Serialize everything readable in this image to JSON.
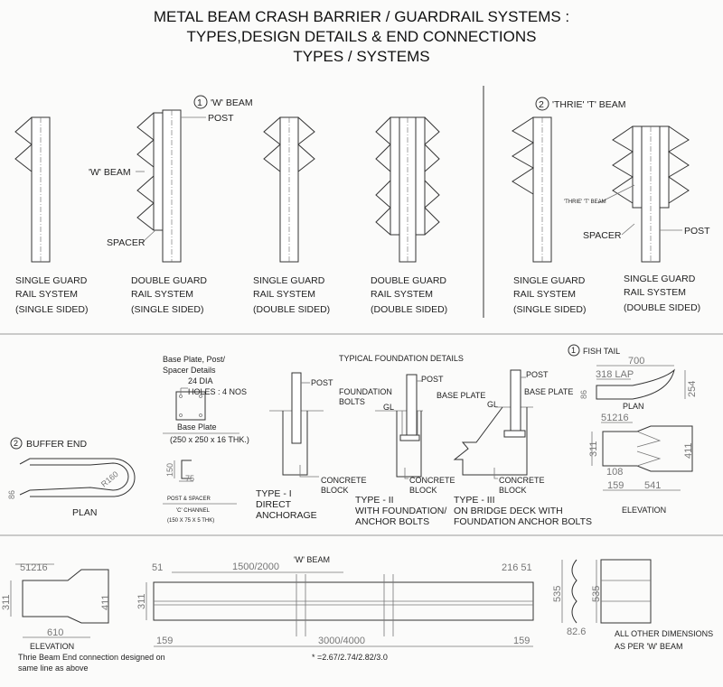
{
  "title": {
    "line1": "METAL BEAM CRASH BARRIER / GUARDRAIL SYSTEMS :",
    "line2": "TYPES,DESIGN DETAILS & END CONNECTIONS",
    "line3": "TYPES / SYSTEMS"
  },
  "types": {
    "w_beam_heading": "'W' BEAM",
    "w_beam_number": "1",
    "thrie_heading": "'THRIE' 'T' BEAM",
    "thrie_number": "2",
    "callouts": {
      "post": "POST",
      "w_beam": "'W' BEAM",
      "spacer": "SPACER",
      "thrie_beam": "'THRIE' 'T' BEAM",
      "spacer2": "SPACER",
      "post2": "POST"
    },
    "systems": [
      {
        "l1": "SINGLE GUARD",
        "l2": "RAIL SYSTEM",
        "l3": "(SINGLE SIDED)"
      },
      {
        "l1": "DOUBLE GUARD",
        "l2": "RAIL SYSTEM",
        "l3": "(SINGLE SIDED)"
      },
      {
        "l1": "SINGLE GUARD",
        "l2": "RAIL SYSTEM",
        "l3": "(DOUBLE SIDED)"
      },
      {
        "l1": "DOUBLE GUARD",
        "l2": "RAIL SYSTEM",
        "l3": "(DOUBLE SIDED)"
      },
      {
        "l1": "SINGLE GUARD",
        "l2": "RAIL SYSTEM",
        "l3": "(SINGLE SIDED)"
      },
      {
        "l1": "SINGLE GUARD",
        "l2": "RAIL SYSTEM",
        "l3": "(DOUBLE SIDED)"
      }
    ]
  },
  "details": {
    "base_plate": {
      "heading1": "Base Plate, Post/",
      "heading2": "Spacer Details",
      "holes1": "24 DIA",
      "holes2": "HOLES : 4 NOS",
      "label": "Base Plate",
      "size": "(250 x 250 x 16 THK.)"
    },
    "channel": {
      "dim_h": "150",
      "dim_w": "75",
      "label1": "POST & SPACER",
      "label2": "'C' CHANNEL",
      "label3": "(150 X 75 X 5 THK)"
    },
    "buffer_end": {
      "number": "2",
      "heading": "BUFFER END",
      "radius": "R160",
      "dim": "86",
      "view": "PLAN"
    },
    "foundation": {
      "heading": "TYPICAL FOUNDATION DETAILS",
      "type1": {
        "post": "POST",
        "block1": "CONCRETE",
        "block2": "BLOCK",
        "l1": "TYPE - I",
        "l2": "DIRECT",
        "l3": "ANCHORAGE"
      },
      "type2": {
        "post": "POST",
        "bolts1": "FOUNDATION",
        "bolts2": "BOLTS",
        "base": "BASE PLATE",
        "gl": "GL",
        "block1": "CONCRETE",
        "block2": "BLOCK",
        "l1": "TYPE - II",
        "l2": "WITH FOUNDATION/",
        "l3": "ANCHOR BOLTS"
      },
      "type3": {
        "post": "POST",
        "base": "BASE PLATE",
        "gl": "GL",
        "block1": "CONCRETE",
        "block2": "BLOCK",
        "l1": "TYPE - III",
        "l2": "ON BRIDGE DECK WITH",
        "l3": "FOUNDATION ANCHOR BOLTS"
      }
    },
    "fish_tail": {
      "number": "1",
      "heading": "FISH TAIL",
      "plan_total": "700",
      "plan_lap": "318  LAP",
      "plan_h": "86",
      "plan_rise": "254",
      "plan_label": "PLAN",
      "elev_top": "51216",
      "elev_left": "311",
      "elev_right": "411",
      "elev_108": "108",
      "elev_159": "159",
      "elev_541": "541",
      "elev_label": "ELEVATION"
    }
  },
  "bottom": {
    "end": {
      "top": "51216",
      "left": "311",
      "right": "411",
      "width": "610",
      "label": "ELEVATION",
      "note1": "Thrie Beam End connection designed on",
      "note2": "same line as above"
    },
    "beam": {
      "heading": "'W' BEAM",
      "d51": "51",
      "d1500": "1500/2000",
      "d216": "216 51",
      "d311": "311",
      "d3000": "3000/4000",
      "d159a": "159",
      "d159b": "159",
      "note": "* =2.67/2.74/2.82/3.0"
    },
    "profile": {
      "h": "535",
      "w": "82.6",
      "h2": "535",
      "note1": "ALL OTHER DIMENSIONS",
      "note2": "AS PER 'W' BEAM"
    }
  }
}
